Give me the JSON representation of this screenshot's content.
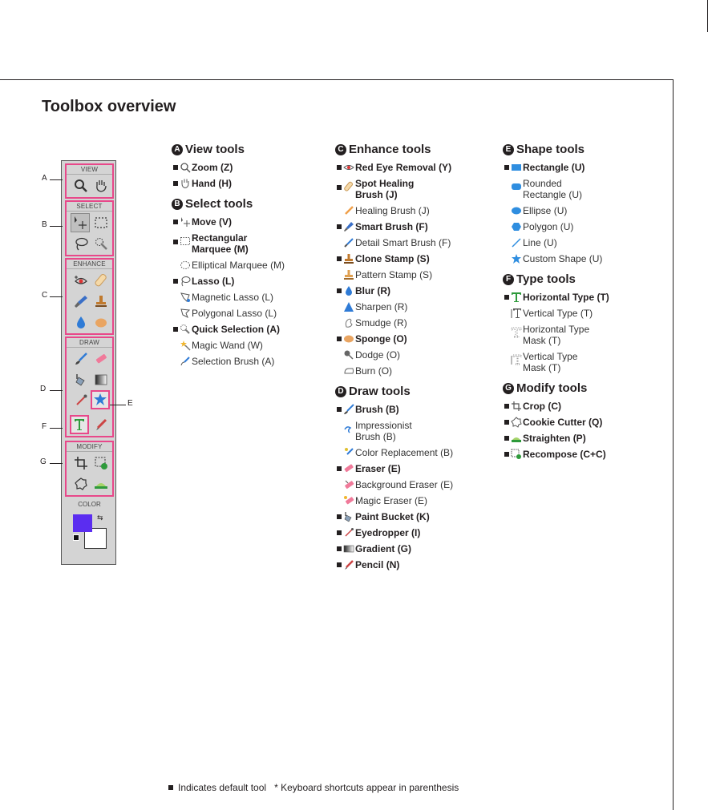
{
  "title": "Toolbox overview",
  "toolbox": {
    "groups": [
      "VIEW",
      "SELECT",
      "ENHANCE",
      "DRAW",
      "MODIFY"
    ],
    "color_label": "COLOR",
    "callouts": [
      "A",
      "B",
      "C",
      "D",
      "E",
      "F",
      "G"
    ],
    "colors": {
      "foreground": "#5b2df0",
      "background": "#ffffff",
      "highlight": "#e8488a"
    }
  },
  "sections": {
    "view": {
      "badge": "A",
      "title": "View tools",
      "items": [
        {
          "name": "Zoom",
          "key": "(Z)",
          "default": true,
          "icon": "magnifier-icon"
        },
        {
          "name": "Hand",
          "key": "(H)",
          "default": true,
          "icon": "hand-icon"
        }
      ]
    },
    "select": {
      "badge": "B",
      "title": "Select tools",
      "items": [
        {
          "name": "Move",
          "key": "(V)",
          "default": true,
          "icon": "move-icon"
        },
        {
          "name": "Rectangular Marquee",
          "key": "(M)",
          "default": true,
          "icon": "rect-marquee-icon"
        },
        {
          "name": "Elliptical Marquee",
          "key": "(M)",
          "default": false,
          "icon": "ellipse-marquee-icon"
        },
        {
          "name": "Lasso",
          "key": "(L)",
          "default": true,
          "icon": "lasso-icon"
        },
        {
          "name": "Magnetic Lasso",
          "key": "(L)",
          "default": false,
          "icon": "magnetic-lasso-icon"
        },
        {
          "name": "Polygonal Lasso",
          "key": "(L)",
          "default": false,
          "icon": "polygonal-lasso-icon"
        },
        {
          "name": "Quick Selection",
          "key": "(A)",
          "default": true,
          "icon": "quick-selection-icon"
        },
        {
          "name": "Magic Wand",
          "key": "(W)",
          "default": false,
          "icon": "magic-wand-icon"
        },
        {
          "name": "Selection Brush",
          "key": "(A)",
          "default": false,
          "icon": "selection-brush-icon"
        }
      ]
    },
    "enhance": {
      "badge": "C",
      "title": "Enhance tools",
      "items": [
        {
          "name": "Red Eye Removal",
          "key": "(Y)",
          "default": true,
          "icon": "red-eye-icon"
        },
        {
          "name": "Spot Healing Brush",
          "key": "(J)",
          "default": true,
          "icon": "spot-healing-icon"
        },
        {
          "name": "Healing Brush",
          "key": "(J)",
          "default": false,
          "icon": "healing-brush-icon"
        },
        {
          "name": "Smart Brush",
          "key": "(F)",
          "default": true,
          "icon": "smart-brush-icon"
        },
        {
          "name": "Detail Smart Brush",
          "key": "(F)",
          "default": false,
          "icon": "detail-smart-brush-icon"
        },
        {
          "name": "Clone Stamp",
          "key": "(S)",
          "default": true,
          "icon": "clone-stamp-icon"
        },
        {
          "name": "Pattern Stamp",
          "key": "(S)",
          "default": false,
          "icon": "pattern-stamp-icon"
        },
        {
          "name": "Blur",
          "key": "(R)",
          "default": true,
          "icon": "blur-icon"
        },
        {
          "name": "Sharpen",
          "key": "(R)",
          "default": false,
          "icon": "sharpen-icon"
        },
        {
          "name": "Smudge",
          "key": "(R)",
          "default": false,
          "icon": "smudge-icon"
        },
        {
          "name": "Sponge",
          "key": "(O)",
          "default": true,
          "icon": "sponge-icon"
        },
        {
          "name": "Dodge",
          "key": "(O)",
          "default": false,
          "icon": "dodge-icon"
        },
        {
          "name": "Burn",
          "key": "(O)",
          "default": false,
          "icon": "burn-icon"
        }
      ]
    },
    "draw": {
      "badge": "D",
      "title": "Draw tools",
      "items": [
        {
          "name": "Brush",
          "key": "(B)",
          "default": true,
          "icon": "brush-icon"
        },
        {
          "name": "Impressionist Brush",
          "key": "(B)",
          "default": false,
          "icon": "impressionist-brush-icon"
        },
        {
          "name": "Color Replacement",
          "key": "(B)",
          "default": false,
          "icon": "color-replacement-icon"
        },
        {
          "name": "Eraser",
          "key": "(E)",
          "default": true,
          "icon": "eraser-icon"
        },
        {
          "name": "Background Eraser",
          "key": "(E)",
          "default": false,
          "icon": "background-eraser-icon"
        },
        {
          "name": "Magic Eraser",
          "key": "(E)",
          "default": false,
          "icon": "magic-eraser-icon"
        },
        {
          "name": "Paint Bucket",
          "key": "(K)",
          "default": true,
          "icon": "paint-bucket-icon"
        },
        {
          "name": "Eyedropper",
          "key": "(I)",
          "default": true,
          "icon": "eyedropper-icon"
        },
        {
          "name": "Gradient",
          "key": "(G)",
          "default": true,
          "icon": "gradient-icon"
        },
        {
          "name": "Pencil",
          "key": "(N)",
          "default": true,
          "icon": "pencil-icon"
        }
      ]
    },
    "shape": {
      "badge": "E",
      "title": "Shape tools",
      "items": [
        {
          "name": "Rectangle",
          "key": "(U)",
          "default": true,
          "icon": "rectangle-icon"
        },
        {
          "name": "Rounded Rectangle",
          "key": "(U)",
          "default": false,
          "icon": "rounded-rectangle-icon"
        },
        {
          "name": "Ellipse",
          "key": "(U)",
          "default": false,
          "icon": "ellipse-icon"
        },
        {
          "name": "Polygon",
          "key": "(U)",
          "default": false,
          "icon": "polygon-icon"
        },
        {
          "name": "Line",
          "key": "(U)",
          "default": false,
          "icon": "line-icon"
        },
        {
          "name": "Custom Shape",
          "key": "(U)",
          "default": false,
          "icon": "custom-shape-icon"
        }
      ]
    },
    "type": {
      "badge": "F",
      "title": "Type tools",
      "items": [
        {
          "name": "Horizontal Type",
          "key": "(T)",
          "default": true,
          "icon": "horizontal-type-icon"
        },
        {
          "name": "Vertical Type",
          "key": "(T)",
          "default": false,
          "icon": "vertical-type-icon"
        },
        {
          "name": "Horizontal Type Mask",
          "key": "(T)",
          "default": false,
          "icon": "horizontal-type-mask-icon"
        },
        {
          "name": "Vertical Type Mask",
          "key": "(T)",
          "default": false,
          "icon": "vertical-type-mask-icon"
        }
      ]
    },
    "modify": {
      "badge": "G",
      "title": "Modify tools",
      "items": [
        {
          "name": "Crop",
          "key": "(C)",
          "default": true,
          "icon": "crop-icon"
        },
        {
          "name": "Cookie Cutter",
          "key": "(Q)",
          "default": true,
          "icon": "cookie-cutter-icon"
        },
        {
          "name": "Straighten",
          "key": "(P)",
          "default": true,
          "icon": "straighten-icon"
        },
        {
          "name": "Recompose",
          "key": "(C+C)",
          "default": true,
          "icon": "recompose-icon"
        }
      ]
    }
  },
  "footnote": {
    "default_text": "Indicates default tool",
    "shortcut_text": "* Keyboard shortcuts appear in parenthesis"
  }
}
